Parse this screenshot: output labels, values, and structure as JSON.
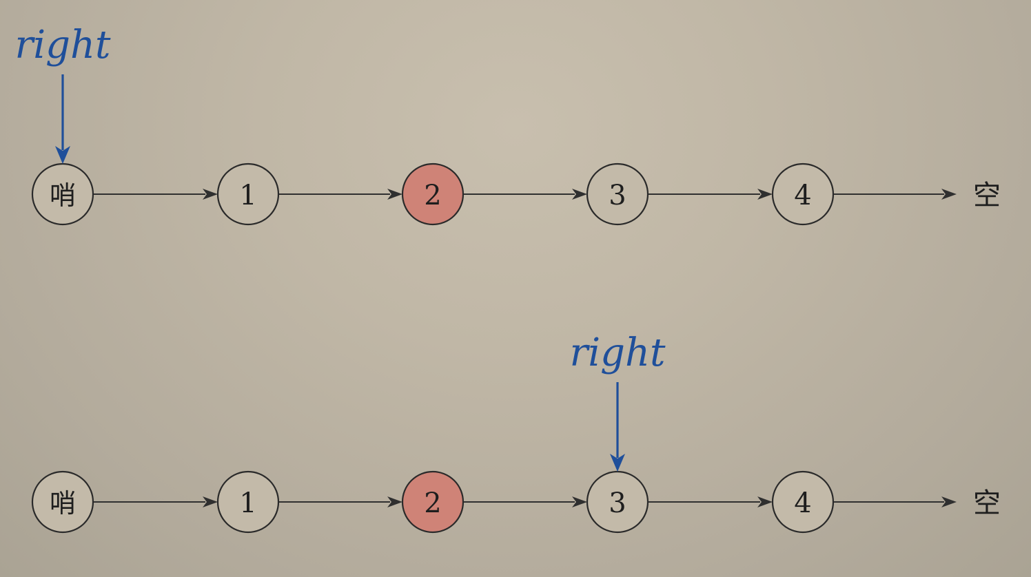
{
  "diagrams": [
    {
      "nodes": [
        {
          "label": "哨",
          "highlighted": false
        },
        {
          "label": "1",
          "highlighted": false
        },
        {
          "label": "2",
          "highlighted": true
        },
        {
          "label": "3",
          "highlighted": false
        },
        {
          "label": "4",
          "highlighted": false
        }
      ],
      "null_label": "空",
      "pointer": {
        "label": "right",
        "target_index": 0
      }
    },
    {
      "nodes": [
        {
          "label": "哨",
          "highlighted": false
        },
        {
          "label": "1",
          "highlighted": false
        },
        {
          "label": "2",
          "highlighted": true
        },
        {
          "label": "3",
          "highlighted": false
        },
        {
          "label": "4",
          "highlighted": false
        }
      ],
      "null_label": "空",
      "pointer": {
        "label": "right",
        "target_index": 3
      }
    }
  ],
  "colors": {
    "node_fill": "#c3baa9",
    "highlight_fill": "#cf8377",
    "pointer": "#1f4f9a",
    "edge": "#2f2f2f"
  }
}
